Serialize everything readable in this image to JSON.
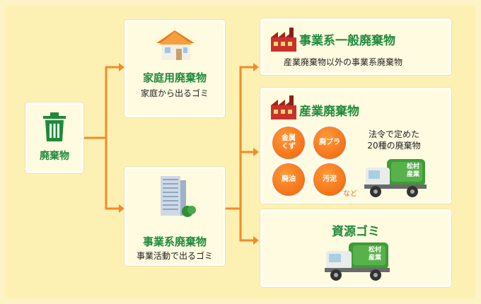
{
  "root": {
    "label": "廃棄物"
  },
  "household": {
    "title": "家庭用廃棄物",
    "subtitle": "家庭から出るゴミ"
  },
  "business": {
    "title": "事業系廃棄物",
    "subtitle": "事業活動で出るゴミ"
  },
  "general_business": {
    "title": "事業系一般廃棄物",
    "subtitle": "産業廃棄物以外の事業系廃棄物"
  },
  "industrial": {
    "title": "産業廃棄物",
    "circles": [
      "金属\nくず",
      "廃プラ",
      "廃油",
      "汚泥"
    ],
    "etc": "など",
    "note_line1": "法令で定めた",
    "note_line2": "20種の廃棄物"
  },
  "resource": {
    "title": "資源ゴミ"
  },
  "truck": {
    "label": "松村\n産業"
  },
  "colors": {
    "green": "#1f8a3a",
    "orange": "#f26b10",
    "arrow": "#f28c28"
  }
}
